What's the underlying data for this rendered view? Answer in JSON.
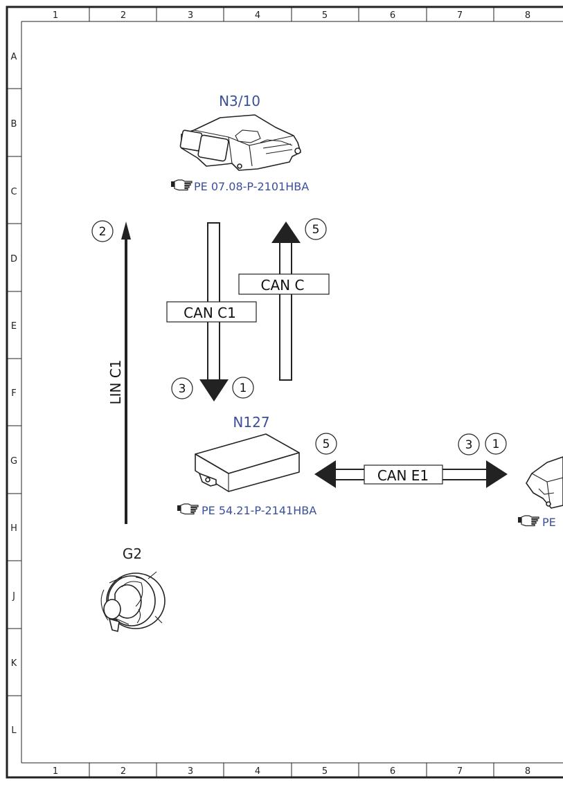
{
  "ruler": {
    "columns": [
      "1",
      "2",
      "3",
      "4",
      "5",
      "6",
      "7",
      "8"
    ],
    "rows": [
      "A",
      "B",
      "C",
      "D",
      "E",
      "F",
      "G",
      "H",
      "J",
      "K",
      "L"
    ]
  },
  "components": {
    "n3_10": {
      "label": "N3/10",
      "ref": "PE 07.08-P-2101HBA"
    },
    "n127": {
      "label": "N127",
      "ref": "PE 54.21-P-2141HBA"
    },
    "g2": {
      "label": "G2"
    },
    "right_ref_partial": "PE"
  },
  "buses": {
    "can_c1": "CAN C1",
    "can_c": "CAN C",
    "can_e1": "CAN E1",
    "lin_c1": "LIN C1"
  },
  "markers": {
    "lin_c1_top": "2",
    "can_c1_left": "3",
    "can_c1_right": "1",
    "can_c_top": "5",
    "can_e1_left": "5",
    "can_e1_right_a": "3",
    "can_e1_right_b": "1"
  },
  "colors": {
    "component_label": "#3b4f9a",
    "reference_text": "#3b4f9a",
    "line": "#222222"
  },
  "icons": {
    "reference": "pointing-hand-icon"
  }
}
